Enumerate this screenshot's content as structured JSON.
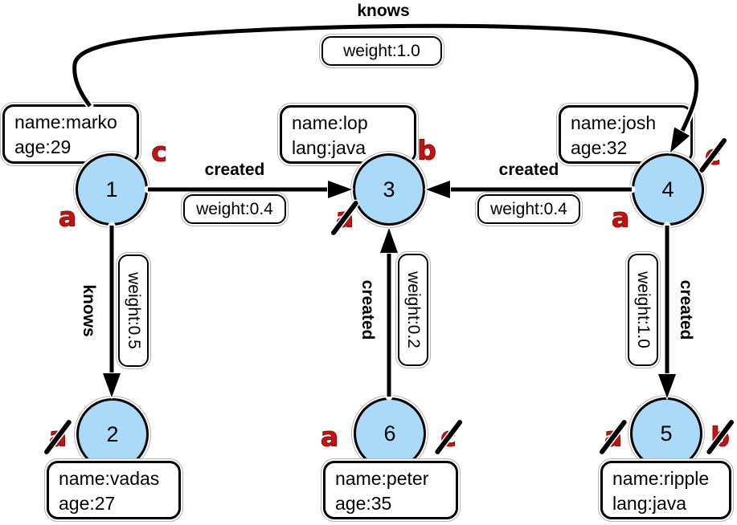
{
  "diagram_title": "tinkerpop-modern-graph",
  "colors": {
    "node_fill": "#abd9f8",
    "node_border": "#000000",
    "marker_red": "#c41212",
    "edge": "#000000"
  },
  "nodes": {
    "n1": {
      "id": "1",
      "prop1": "name:marko",
      "prop2": "age:29",
      "marker_top_right": {
        "letter": "c",
        "slashed": false
      },
      "marker_bottom_left": {
        "letter": "a",
        "slashed": false
      }
    },
    "n2": {
      "id": "2",
      "prop1": "name:vadas",
      "prop2": "age:27",
      "marker_left": {
        "letter": "a",
        "slashed": true
      }
    },
    "n3": {
      "id": "3",
      "prop1": "name:lop",
      "prop2": "lang:java",
      "marker_top_right": {
        "letter": "b",
        "slashed": false
      },
      "marker_bottom_left": {
        "letter": "a",
        "slashed": true
      }
    },
    "n4": {
      "id": "4",
      "prop1": "name:josh",
      "prop2": "age:32",
      "marker_right": {
        "letter": "c",
        "slashed": true
      },
      "marker_bottom_left": {
        "letter": "a",
        "slashed": false
      }
    },
    "n5": {
      "id": "5",
      "prop1": "name:ripple",
      "prop2": "lang:java",
      "marker_left": {
        "letter": "a",
        "slashed": true
      },
      "marker_right": {
        "letter": "b",
        "slashed": true
      }
    },
    "n6": {
      "id": "6",
      "prop1": "name:peter",
      "prop2": "age:35",
      "marker_left": {
        "letter": "a",
        "slashed": false
      },
      "marker_right": {
        "letter": "c",
        "slashed": true
      }
    }
  },
  "edges": {
    "knows_1_4": {
      "label": "knows",
      "weight": "weight:1.0"
    },
    "created_1_3": {
      "label": "created",
      "weight": "weight:0.4"
    },
    "created_4_3": {
      "label": "created",
      "weight": "weight:0.4"
    },
    "knows_1_2": {
      "label": "knows",
      "weight": "weight:0.5"
    },
    "created_6_3": {
      "label": "created",
      "weight": "weight:0.2"
    },
    "created_4_5": {
      "label": "created",
      "weight": "weight:1.0"
    }
  }
}
